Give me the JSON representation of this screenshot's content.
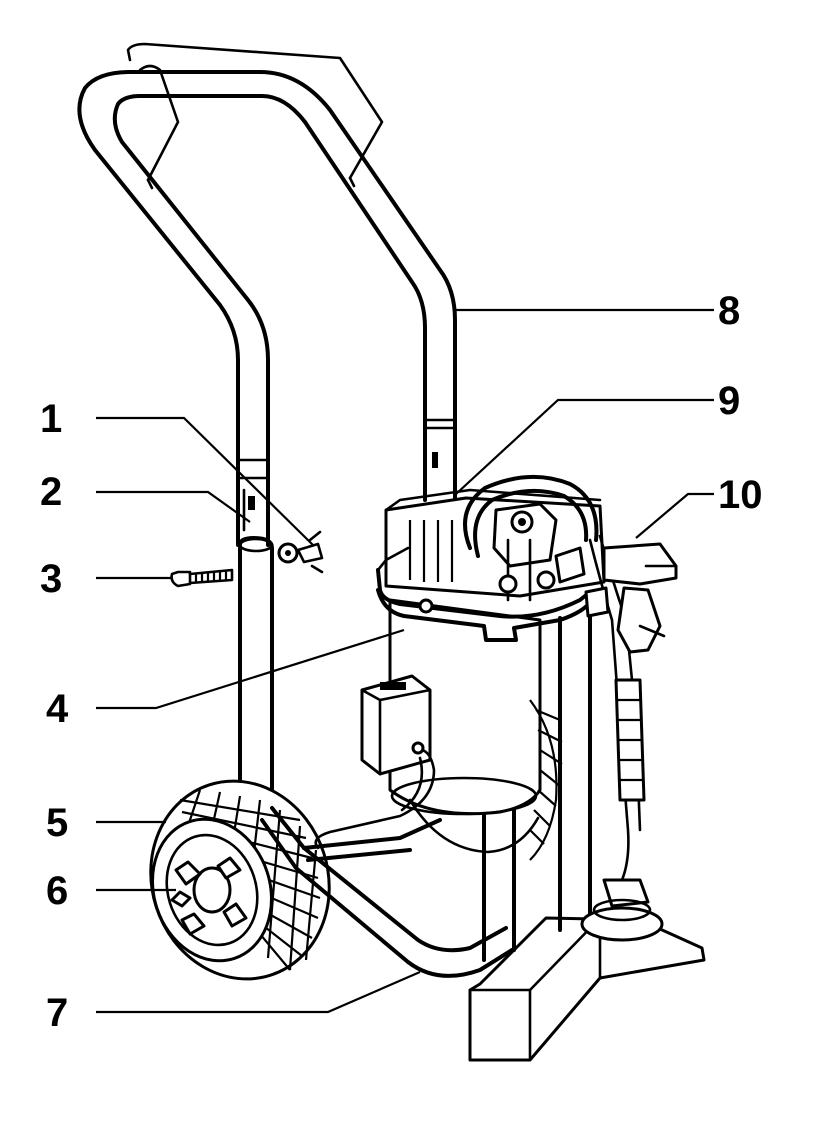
{
  "diagram": {
    "callouts": [
      {
        "id": "c1",
        "label": "1"
      },
      {
        "id": "c2",
        "label": "2"
      },
      {
        "id": "c3",
        "label": "3"
      },
      {
        "id": "c4",
        "label": "4"
      },
      {
        "id": "c5",
        "label": "5"
      },
      {
        "id": "c6",
        "label": "6"
      },
      {
        "id": "c7",
        "label": "7"
      },
      {
        "id": "c8",
        "label": "8"
      },
      {
        "id": "c9",
        "label": "9"
      },
      {
        "id": "c10",
        "label": "10"
      }
    ]
  }
}
